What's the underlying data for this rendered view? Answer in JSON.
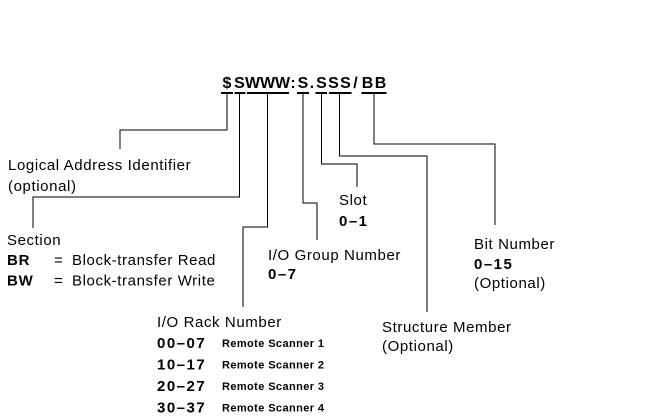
{
  "diagram": {
    "address": "$SWWW:S.SSS/BB",
    "callouts": {
      "logical_address": {
        "line1": "Logical Address Identifier",
        "line2": "(optional)"
      },
      "section": {
        "title": "Section",
        "rows": [
          {
            "key": "BR",
            "eq": "=",
            "desc": "Block-transfer Read"
          },
          {
            "key": "BW",
            "eq": "=",
            "desc": "Block-transfer Write"
          }
        ]
      },
      "io_rack": {
        "title": "I/O Rack Number",
        "rows": [
          {
            "range": "00–07",
            "desc": "Remote Scanner 1"
          },
          {
            "range": "10–17",
            "desc": "Remote Scanner 2"
          },
          {
            "range": "20–27",
            "desc": "Remote Scanner 3"
          },
          {
            "range": "30–37",
            "desc": "Remote Scanner 4"
          }
        ]
      },
      "io_group": {
        "title": "I/O Group Number",
        "range": "0–7"
      },
      "slot": {
        "title": "Slot",
        "range": "0–1"
      },
      "structure_member": {
        "title": "Structure Member",
        "note": "(Optional)"
      },
      "bit_number": {
        "title": "Bit Number",
        "range": "0–15",
        "note": "(Optional)"
      }
    },
    "colors": {
      "ink": "#000000",
      "paper": "#ffffff"
    }
  }
}
